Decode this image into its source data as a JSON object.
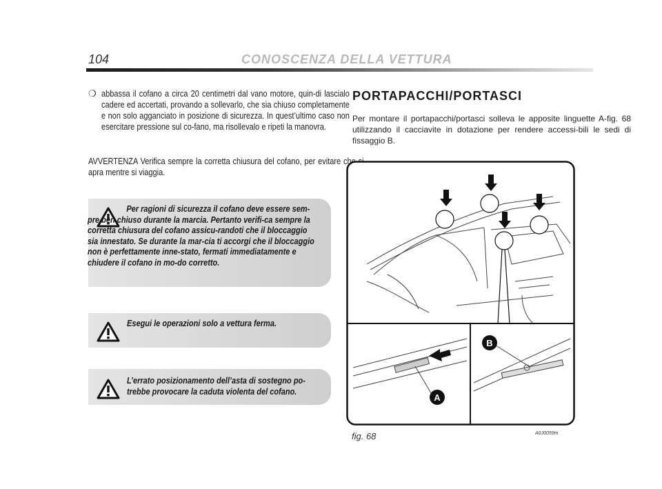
{
  "header": {
    "page_number": "104",
    "chapter_title": "CONOSCENZA DELLA VETTURA"
  },
  "left": {
    "bullet_symbol": "❍",
    "bullet_text": "abbassa il cofano a circa 20 centimetri dal vano motore, quin-di lascialo cadere ed accertati, provando a sollevarlo, che sia chiuso completamente e non solo agganciato in posizione di sicurezza. In quest’ultimo caso non esercitare pressione sul co-fano, ma risollevalo e ripeti la manovra.",
    "avvertenza": "AVVERTENZA Verifica sempre la corretta chiusura del cofano, per evitare che si apra mentre si viaggia.",
    "warnings": [
      "Per ragioni di sicurezza il cofano deve essere sem-pre ben chiuso durante la marcia. Pertanto verifi-ca sempre la corretta chiusura del cofano assicu-randoti che il bloccaggio sia innestato. Se durante la mar-cia ti accorgi che il bloccaggio non è perfettamente inne-stato, fermati immediatamente e chiudere il cofano in mo-do corretto.",
      "Esegui le operazioni solo a vettura ferma.",
      "L’errato posizionamento dell’asta di sostegno po-trebbe provocare la caduta violenta del cofano."
    ]
  },
  "right": {
    "section_title": "PORTAPACCHI/PORTASCI",
    "intro": "Per montare il portapacchi/portasci solleva le apposite linguette A-fig. 68 utilizzando il cacciavite in dotazione per rendere accessi-bili le sedi di fissaggio B.",
    "figure": {
      "label_a": "A",
      "label_b": "B",
      "caption": "fig. 68",
      "code": "A0J0059m"
    }
  }
}
